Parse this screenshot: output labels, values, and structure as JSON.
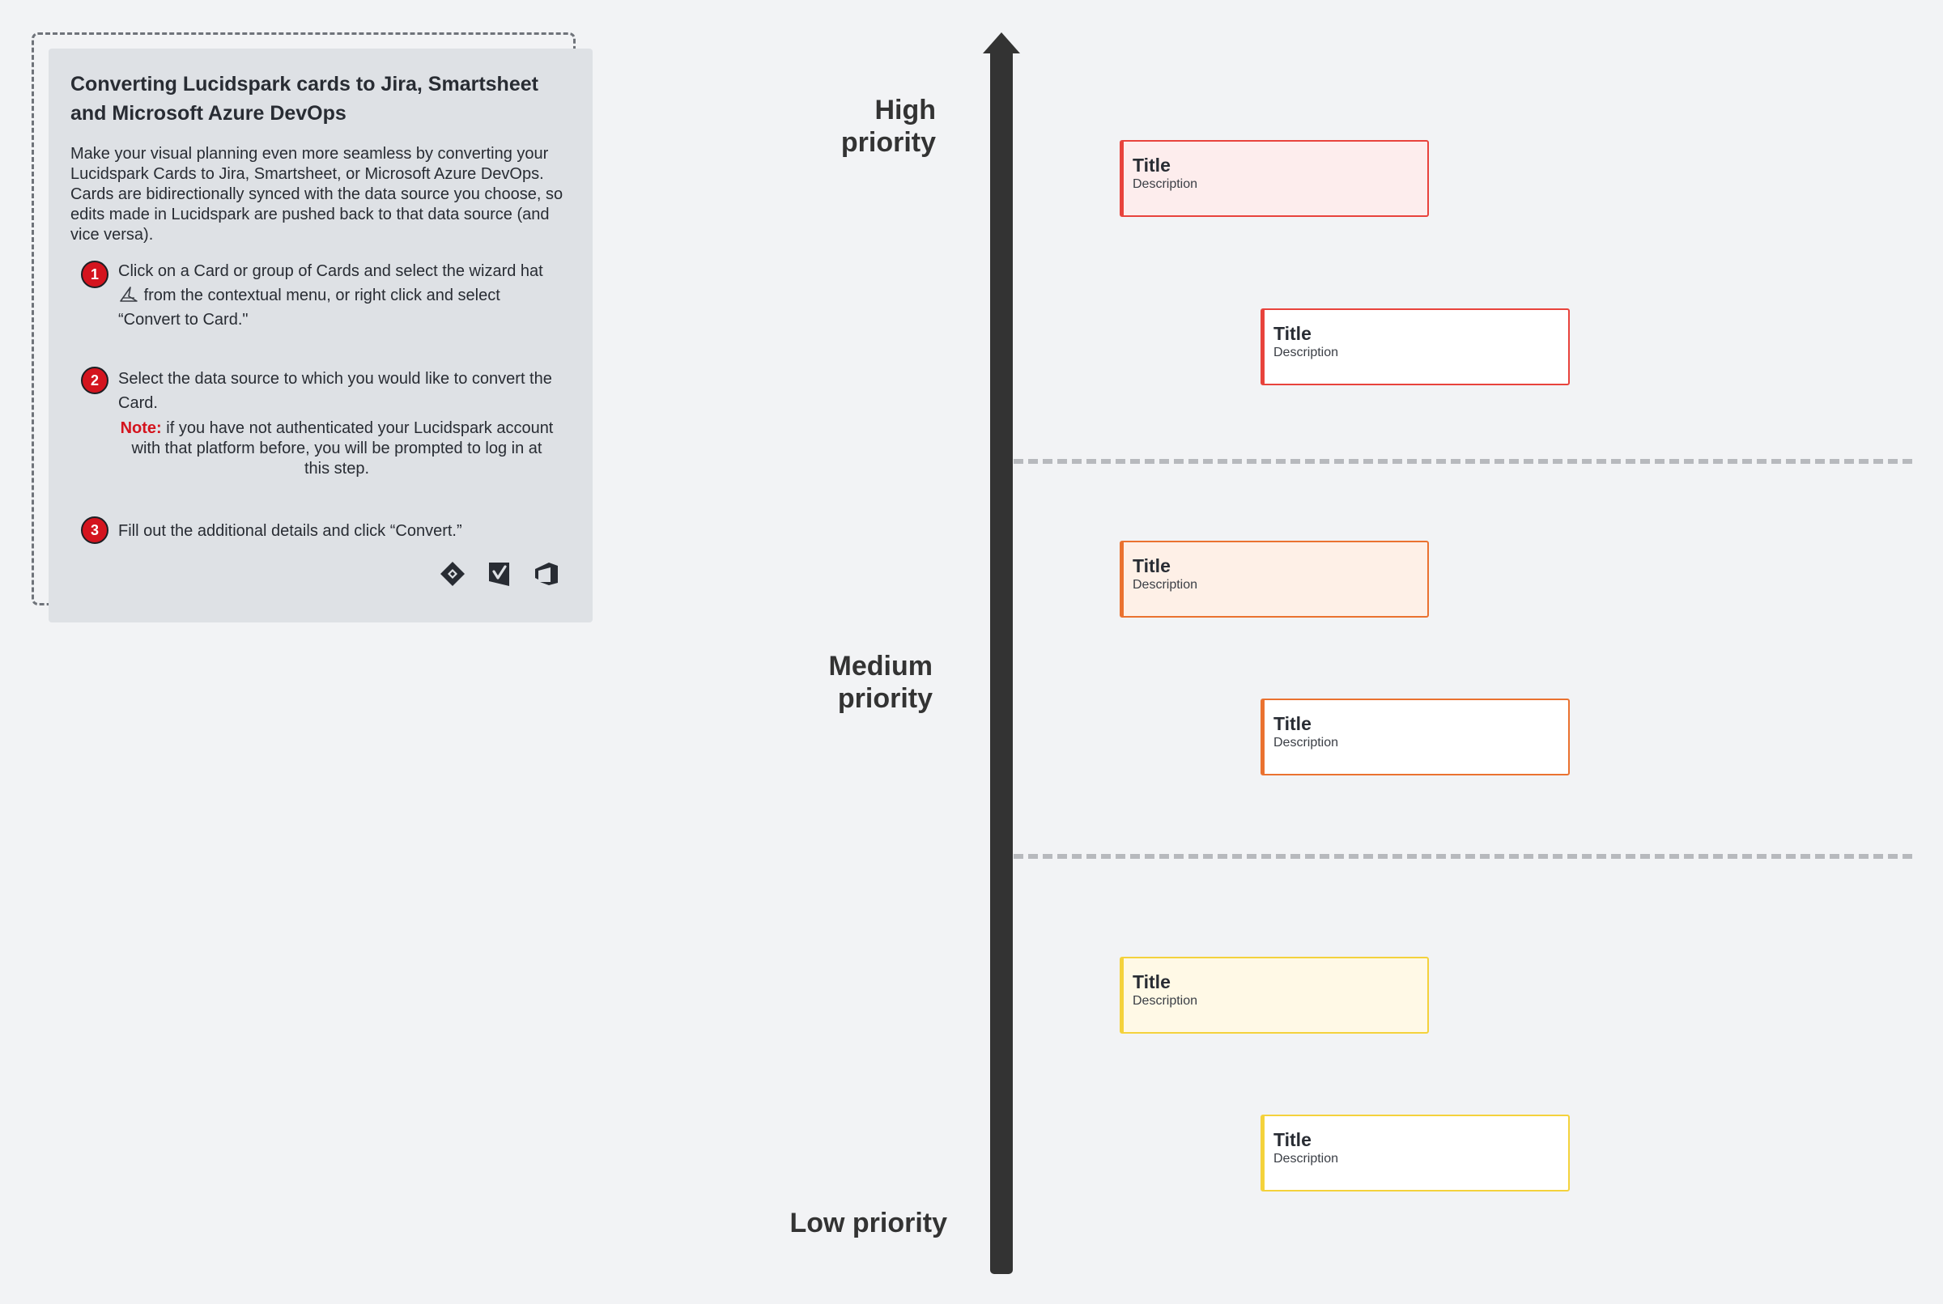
{
  "panel": {
    "title": "Converting Lucidspark cards to Jira, Smartsheet and Microsoft Azure DevOps",
    "intro": "Make your visual planning even more seamless by converting your Lucidspark Cards to Jira, Smartsheet, or Microsoft Azure DevOps. Cards are bidirectionally synced with the data source you choose, so edits made in Lucidspark are pushed back to that data source (and vice versa).",
    "steps": [
      {
        "number": "1",
        "text_before": "Click on a Card or group of Cards and select the wizard hat",
        "icon": "wizard-hat-icon",
        "text_after": "from the contextual menu, or right click and select “Convert to Card.\""
      },
      {
        "number": "2",
        "text": "Select the data source to which you would like to convert the Card.",
        "note_label": "Note:",
        "note_text": "if you have not authenticated your Lucidspark account with that platform before, you will be prompted to log in at this step."
      },
      {
        "number": "3",
        "text": "Fill out the additional details and click “Convert.”"
      }
    ],
    "integration_icons": [
      "jira-icon",
      "smartsheet-icon",
      "azure-devops-icon"
    ],
    "accent_color": "#d4141e"
  },
  "axis": {
    "labels": {
      "high": "High priority",
      "medium": "Medium priority",
      "low": "Low priority"
    },
    "color": "#333333",
    "divider_color": "#b7b9bd"
  },
  "cards": [
    {
      "title": "Title",
      "description": "Description",
      "border": "#e8433c",
      "fill": "#fdeded"
    },
    {
      "title": "Title",
      "description": "Description",
      "border": "#e8433c",
      "fill": "#ffffff"
    },
    {
      "title": "Title",
      "description": "Description",
      "border": "#ea7230",
      "fill": "#fef0e7"
    },
    {
      "title": "Title",
      "description": "Description",
      "border": "#ea7230",
      "fill": "#ffffff"
    },
    {
      "title": "Title",
      "description": "Description",
      "border": "#f4d23c",
      "fill": "#fff9e6"
    },
    {
      "title": "Title",
      "description": "Description",
      "border": "#f4d23c",
      "fill": "#ffffff"
    }
  ]
}
